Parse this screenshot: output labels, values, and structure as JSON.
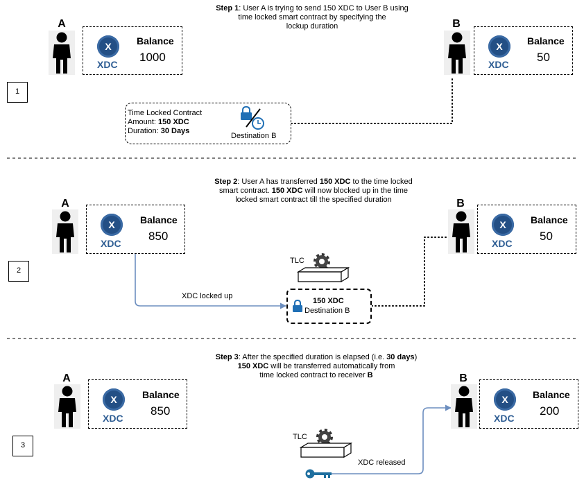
{
  "steps": [
    {
      "number": "1",
      "caption_bold": "Step 1",
      "caption_line1": ": User A is trying to send 150 XDC to User B using",
      "caption_line2": "time locked smart contract by specifying the",
      "caption_line3": "lockup duration",
      "user_a": {
        "letter": "A",
        "balance_label": "Balance",
        "balance": "1000",
        "coin_text": "XDC"
      },
      "user_b": {
        "letter": "B",
        "balance_label": "Balance",
        "balance": "50",
        "coin_text": "XDC"
      },
      "contract": {
        "title": "Time Locked Contract",
        "amount_label": "Amount: ",
        "amount": "150 XDC",
        "duration_label": "Duration: ",
        "duration": "30 Days",
        "destination": "Destination B"
      }
    },
    {
      "number": "2",
      "caption_bold": "Step 2",
      "caption_line1_rest": ": User A has transferred ",
      "caption_amount": "150 XDC",
      "caption_line1_end": " to the time locked",
      "caption_line2_start": "smart contract. ",
      "caption_line2_amount": "150 XDC",
      "caption_line2_end": " will now blocked up in the time",
      "caption_line3": "locked smart contract till the specified duration",
      "user_a": {
        "letter": "A",
        "balance_label": "Balance",
        "balance": "850",
        "coin_text": "XDC"
      },
      "user_b": {
        "letter": "B",
        "balance_label": "Balance",
        "balance": "50",
        "coin_text": "XDC"
      },
      "tlc_label": "TLC",
      "locked_amount": "150 XDC",
      "locked_destination": "Destination B",
      "arrow_label": "XDC locked up"
    },
    {
      "number": "3",
      "caption_bold": "Step 3",
      "caption_line1_rest": ": After the specified duration is elapsed (i.e. ",
      "caption_days": "30 days",
      "caption_line1_end": ")",
      "caption_line2_amount": "150 XDC",
      "caption_line2_end": " will be transferred automatically from",
      "caption_line3_start": "time locked contract to receiver ",
      "caption_line3_bold": "B",
      "user_a": {
        "letter": "A",
        "balance_label": "Balance",
        "balance": "850",
        "coin_text": "XDC"
      },
      "user_b": {
        "letter": "B",
        "balance_label": "Balance",
        "balance": "200",
        "coin_text": "XDC"
      },
      "tlc_label": "TLC",
      "arrow_label": "XDC released"
    }
  ],
  "colors": {
    "arrow": "#6c8ebf",
    "coin": "#234f85",
    "xdc_text": "#2f5e94",
    "lock": "#1f6fb5"
  }
}
